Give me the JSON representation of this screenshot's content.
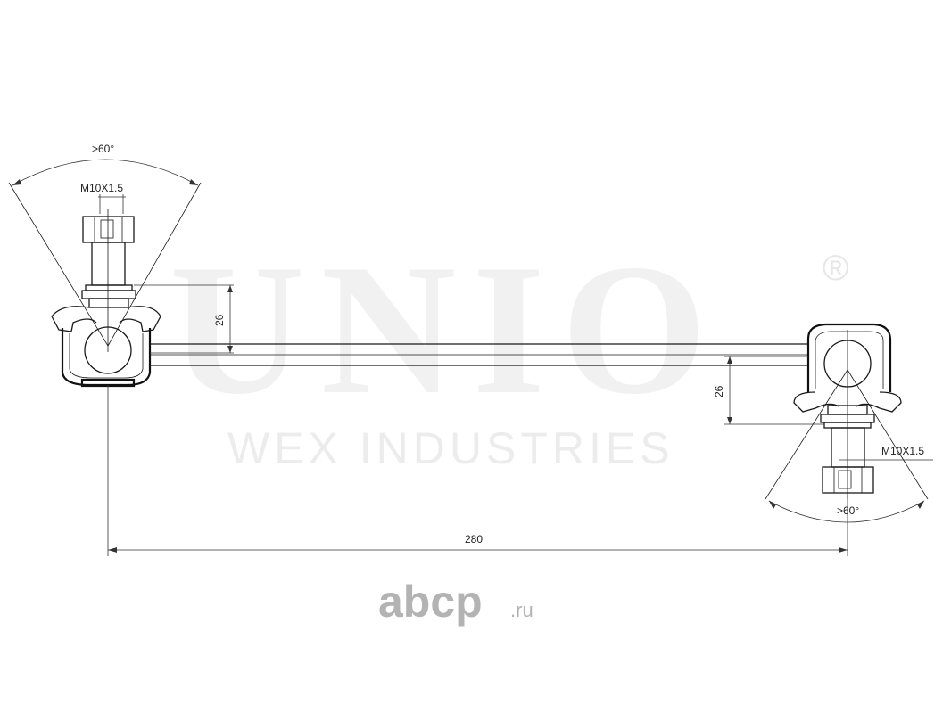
{
  "watermark": {
    "brand": "UNIO",
    "registered": "®",
    "subtitle": "WEX INDUSTRIES"
  },
  "logo": {
    "name": "abcp",
    "domain": ".ru"
  },
  "dimensions": {
    "left_angle": ">60°",
    "left_thread": "M10X1.5",
    "left_height": "26",
    "right_height": "26",
    "right_thread": "M10X1.5",
    "right_angle": ">60°",
    "overall_length": "280"
  }
}
